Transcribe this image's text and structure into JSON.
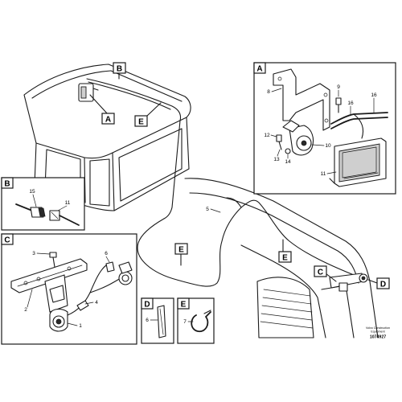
{
  "callouts": {
    "B": "B",
    "A_cab": "A",
    "E_cab": "E",
    "E_mid": "E",
    "E_hood": "E",
    "C_hood": "C",
    "D_hood": "D"
  },
  "panels": {
    "A": {
      "letter": "A",
      "numbers": {
        "n8": "8",
        "n9": "9",
        "n16a": "16",
        "n16b": "16",
        "n12": "12",
        "n13": "13",
        "n14": "14",
        "n10": "10",
        "n11": "11"
      }
    },
    "B": {
      "letter": "B",
      "numbers": {
        "n15": "15",
        "n11": "11"
      }
    },
    "C": {
      "letter": "C",
      "numbers": {
        "n3": "3",
        "n6": "6",
        "n2": "2",
        "n4": "4",
        "n1": "1"
      }
    },
    "D": {
      "letter": "D",
      "numbers": {
        "n6": "6"
      }
    },
    "E": {
      "letter": "E",
      "numbers": {
        "n7": "7"
      }
    }
  },
  "harness_label": "5",
  "credit": {
    "line1": "Volvo Construction",
    "line2": "Equipment",
    "drawing_number": "1074927"
  }
}
